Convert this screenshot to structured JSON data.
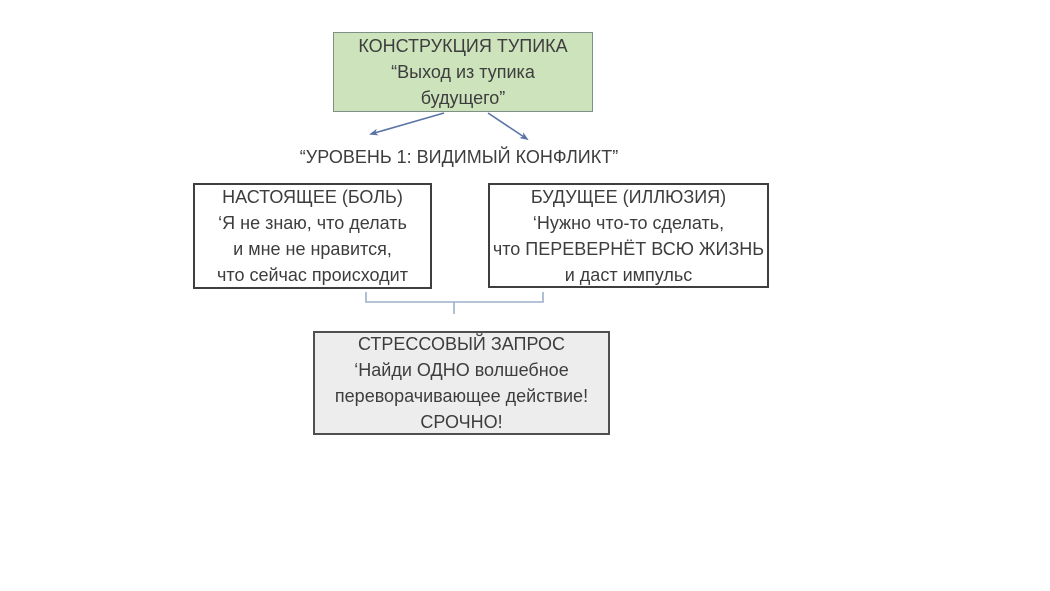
{
  "colors": {
    "page-bg": "#ffffff",
    "text": "#3d3d3d",
    "green-fill": "#cde3bc",
    "green-border": "#7f9184",
    "white-box-border": "#3f3f3f",
    "gray-fill": "#ededed",
    "gray-border": "#4f4f4f",
    "arrow": "#5b74a8",
    "bracket": "#9cb0c9"
  },
  "icons": {
    "arrow-down-left": "↙",
    "arrow-down-right": "↘",
    "brace-connector": "⎵"
  },
  "diagram": {
    "title_box": {
      "line1": "КОНСТРУКЦИЯ ТУПИКА",
      "line2": "“Выход из тупика",
      "line3": "будущего”"
    },
    "level_label": "“УРОВЕНЬ 1: ВИДИМЫЙ КОНФЛИКТ”",
    "present_box": {
      "line1": "НАСТОЯЩЕЕ (БОЛЬ)",
      "line2": "‘Я не знаю, что делать",
      "line3": "и мне не нравится,",
      "line4": "что сейчас происходит"
    },
    "future_box": {
      "line1": "БУДУЩЕЕ (ИЛЛЮЗИЯ)",
      "line2": "‘Нужно что-то сделать,",
      "line3": "что ПЕРЕВЕРНЁТ ВСЮ ЖИЗНЬ",
      "line4": "и даст импульс"
    },
    "stress_box": {
      "line1": "СТРЕССОВЫЙ ЗАПРОС",
      "line2": "‘Найди ОДНО волшебное",
      "line3": "переворачивающее действие!",
      "line4": "СРОЧНО!"
    }
  }
}
